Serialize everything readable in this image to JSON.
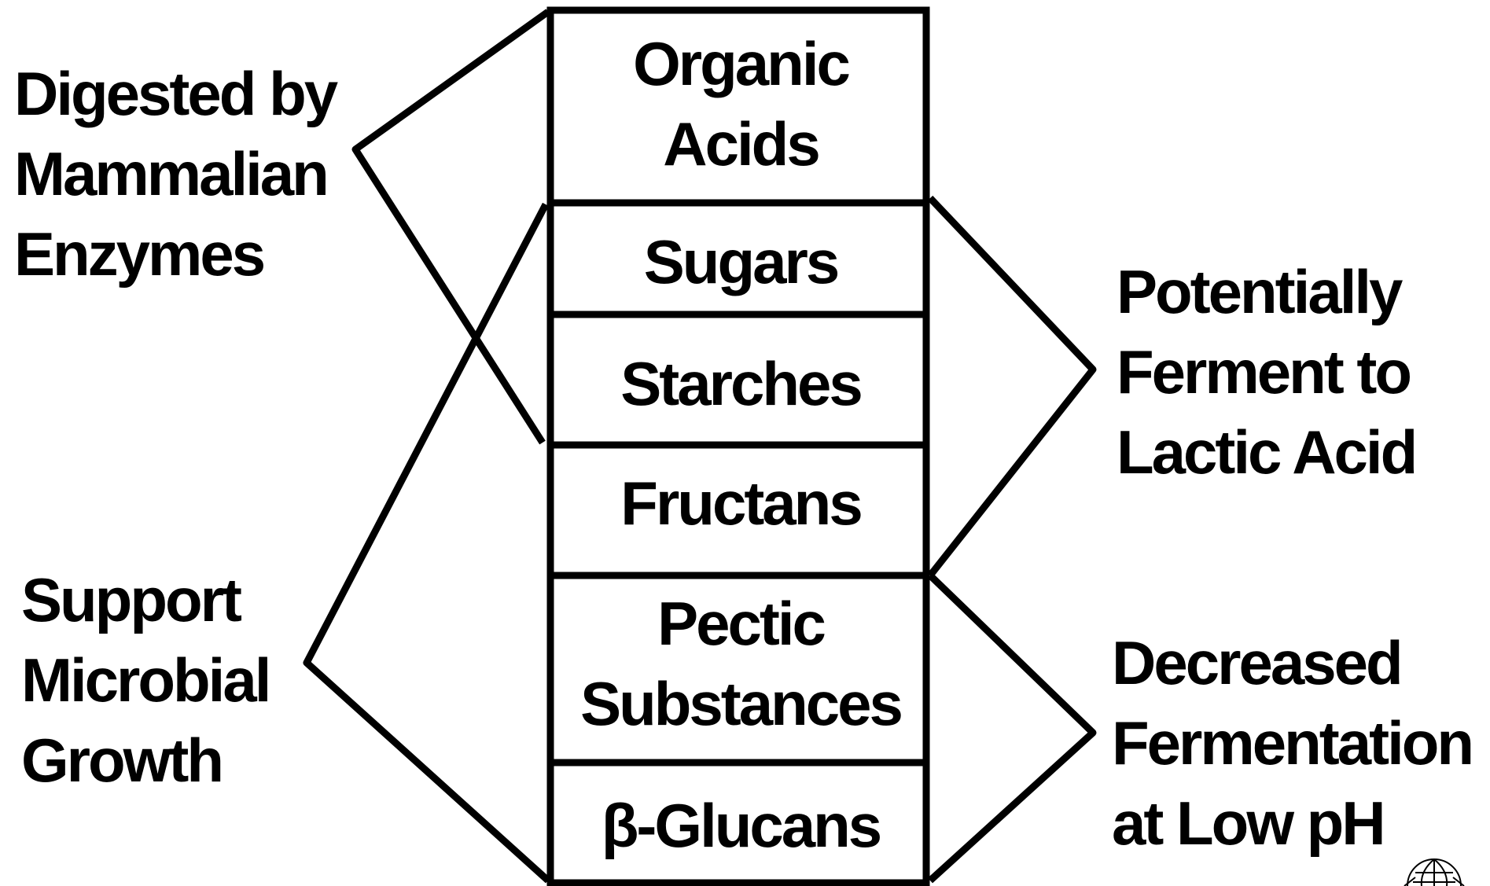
{
  "column": {
    "organic_acids": [
      "Organic",
      "Acids"
    ],
    "sugars": "Sugars",
    "starches": "Starches",
    "fructans": "Fructans",
    "pectic_substances": [
      "Pectic",
      "Substances"
    ],
    "beta_glucans": "β-Glucans"
  },
  "left_labels": {
    "digested": [
      "Digested by",
      "Mammalian",
      "Enzymes"
    ],
    "microbial": [
      "Support",
      "Microbial",
      "Growth"
    ]
  },
  "right_labels": {
    "lactic": [
      "Potentially",
      "Ferment to",
      "Lactic Acid"
    ],
    "low_ph": [
      "Decreased",
      "Fermentation",
      "at Low pH"
    ]
  },
  "colors": {
    "ink": "#000000",
    "background": "#ffffff"
  }
}
